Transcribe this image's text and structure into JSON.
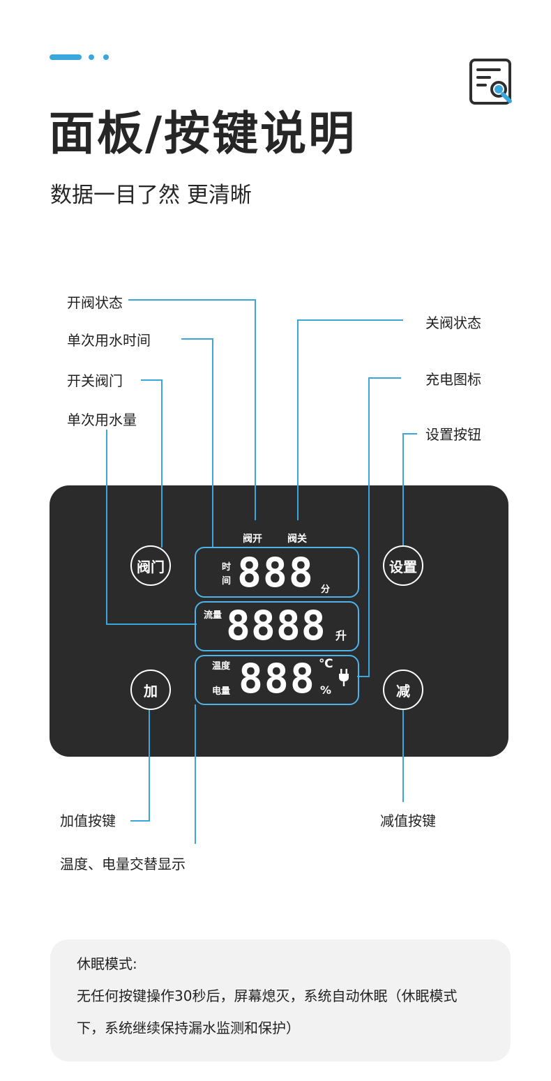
{
  "header": {
    "title": "面板/按键说明",
    "subtitle": "数据一目了然 更清晰",
    "icon": "document-search-icon",
    "accent": "#3aa7dc"
  },
  "labels": {
    "valve_open_state": "开阀状态",
    "single_use_time": "单次用水时间",
    "valve_switch": "开关阀门",
    "single_use_volume": "单次用水量",
    "valve_closed_state": "关阀状态",
    "charging_icon": "充电图标",
    "settings_button": "设置按钮",
    "plus_key": "加值按键",
    "minus_key": "减值按键",
    "temp_battery_alt": "温度、电量交替显示"
  },
  "panel": {
    "valve_button": "阀门",
    "settings_button": "设置",
    "plus_button": "加",
    "minus_button": "减",
    "top_open": "阀开",
    "top_close": "阀关",
    "time_label_1": "时",
    "time_label_2": "间",
    "time_digits": "888",
    "time_unit": "分",
    "flow_label": "流量",
    "flow_digits": "8888",
    "flow_unit": "升",
    "temp_label": "温度",
    "battery_label": "电量",
    "temp_digits": "888",
    "temp_unit": "℃",
    "battery_unit": "%",
    "plug_icon": "plug-icon",
    "lcd_color": "#4fb2e8",
    "panel_color": "#2b2b2b"
  },
  "note": {
    "heading": "休眠模式:",
    "line1": "无任何按键操作30秒后，屏幕熄灭，系统自动休眠（休眠模式",
    "line2": "下，系统继续保持漏水监测和保护）"
  }
}
